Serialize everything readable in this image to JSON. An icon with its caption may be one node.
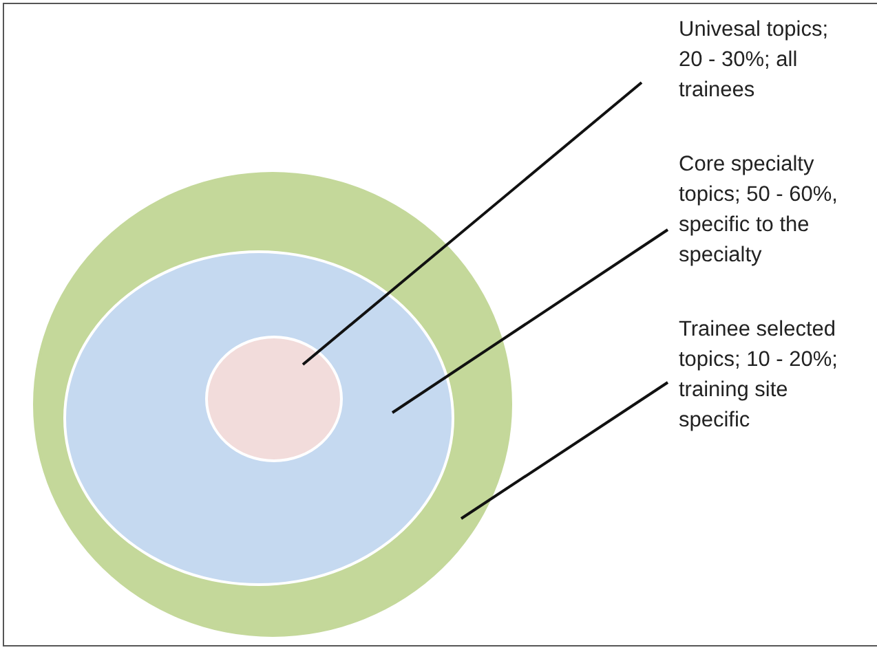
{
  "diagram": {
    "nodes": [
      {
        "text": [],
        "shape": "circle"
      },
      {
        "text": [],
        "shape": "circle",
        "in": 0
      },
      {
        "text": [],
        "shape": "circle",
        "in": 1
      },
      {
        "text": [
          "Univesal topics; 20 - 30%; all trainees"
        ]
      },
      {
        "text": [
          "Core specialty topics; 50 - 60%, specific to the specialty"
        ]
      },
      {
        "text": [
          "Trainee selected topics; 10 - 20%; training site specific"
        ]
      }
    ],
    "edges": [
      {
        "from": 3,
        "to": 2,
        "arrow": "none"
      },
      {
        "from": 4,
        "to": 1,
        "arrow": "none"
      },
      {
        "from": 5,
        "to": 0,
        "arrow": "none"
      }
    ]
  }
}
